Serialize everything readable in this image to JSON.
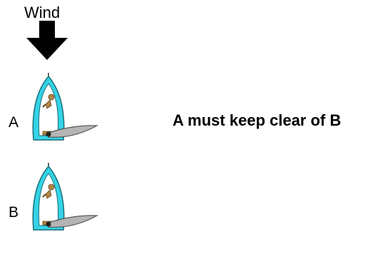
{
  "wind": {
    "label": "Wind",
    "arrow_icon": "down-arrow-icon",
    "arrow_color": "#000000"
  },
  "boats": [
    {
      "label": "A",
      "icon": "sailboat-icon"
    },
    {
      "label": "B",
      "icon": "sailboat-icon"
    }
  ],
  "rule": {
    "text": "A must keep clear of B"
  },
  "colors": {
    "hull": "#34d3e6",
    "deck": "#ffffff",
    "sail": "#b5b5b5",
    "sailor": "#b08448"
  }
}
